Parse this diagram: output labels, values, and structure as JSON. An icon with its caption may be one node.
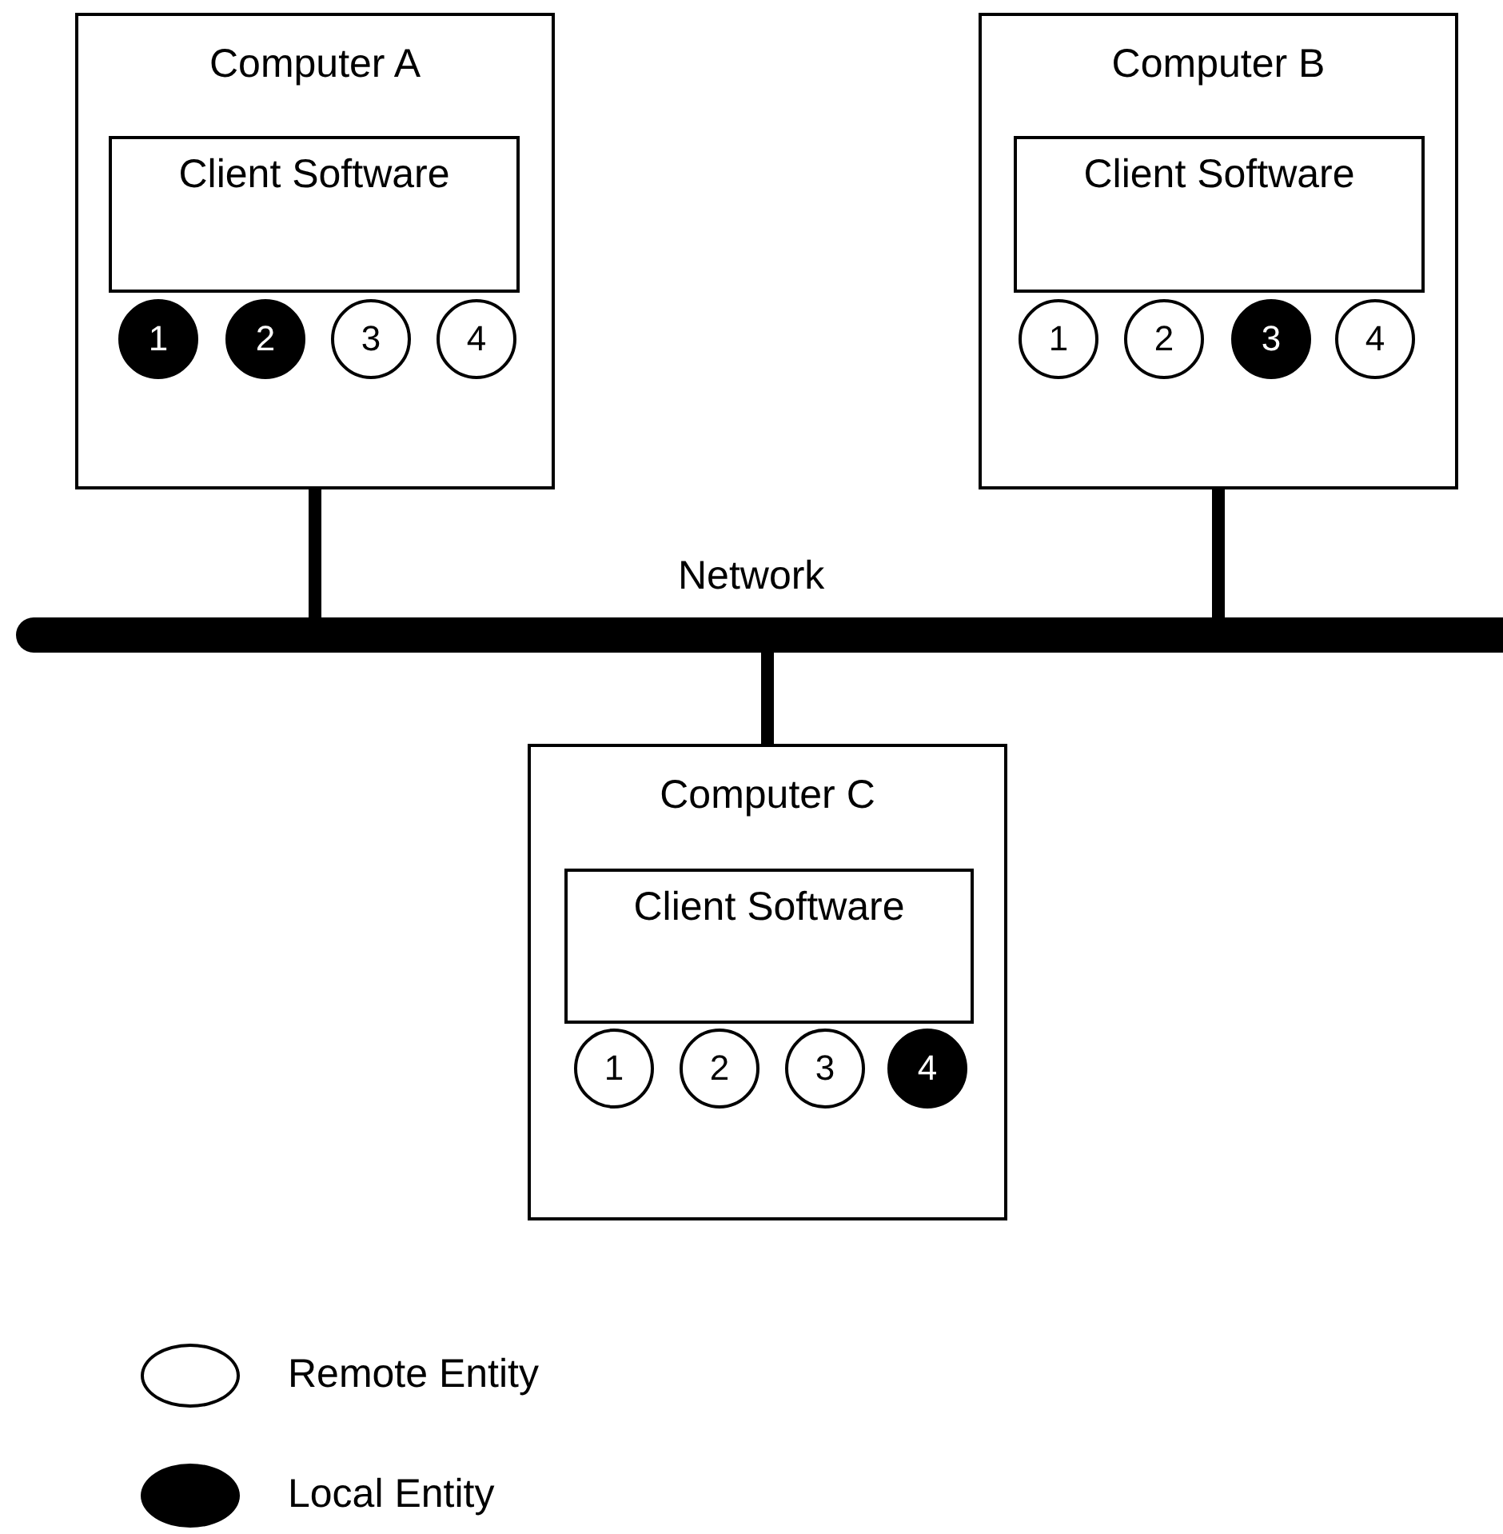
{
  "diagram": {
    "nodes": [
      {
        "text": [
          "Computer A"
        ]
      },
      {
        "text": [
          "Client Software"
        ],
        "in": 0
      },
      {
        "text": [
          "1"
        ],
        "in": 0
      },
      {
        "text": [
          "2"
        ],
        "in": 0
      },
      {
        "text": [
          "3"
        ],
        "in": 0
      },
      {
        "text": [
          "4"
        ],
        "in": 0
      },
      {
        "text": [
          "Computer B"
        ]
      },
      {
        "text": [
          "Client Software"
        ],
        "in": 6
      },
      {
        "text": [
          "1"
        ],
        "in": 6
      },
      {
        "text": [
          "2"
        ],
        "in": 6
      },
      {
        "text": [
          "3"
        ],
        "in": 6
      },
      {
        "text": [
          "4"
        ],
        "in": 6
      },
      {
        "text": [],
        "shape": "bar",
        "beside": [
          "Network"
        ]
      },
      {
        "text": [
          "Computer C"
        ]
      },
      {
        "text": [
          "Client Software"
        ],
        "in": 13
      },
      {
        "text": [
          "1"
        ],
        "in": 13
      },
      {
        "text": [
          "2"
        ],
        "in": 13
      },
      {
        "text": [
          "3"
        ],
        "in": 13
      },
      {
        "text": [
          "4"
        ],
        "in": 13
      }
    ],
    "edges": [
      {
        "from": 0,
        "to": 12,
        "arrow": "none"
      },
      {
        "from": 6,
        "to": 12,
        "arrow": "none"
      },
      {
        "from": 13,
        "to": 12,
        "arrow": "none"
      }
    ],
    "legend": [
      {
        "text": "Remote Entity",
        "color": "#ffffff"
      },
      {
        "text": "Local Entity",
        "color": "#000000"
      }
    ]
  }
}
